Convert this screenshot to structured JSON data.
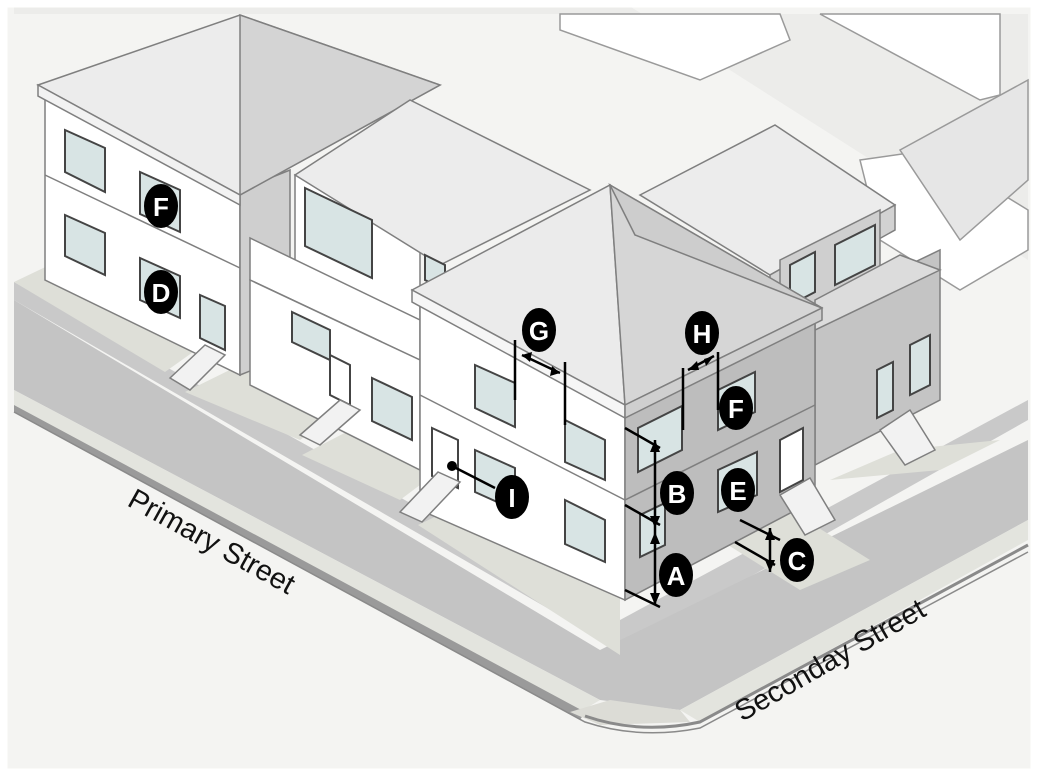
{
  "streets": {
    "primary": "Primary Street",
    "secondary": "Seconday Street"
  },
  "callouts": {
    "A": "A",
    "B": "B",
    "C": "C",
    "D": "D",
    "E": "E",
    "F_left": "F",
    "F_right": "F",
    "G": "G",
    "H": "H",
    "I": "I"
  },
  "colors": {
    "background": "#f5f5f3",
    "sidewalk": "#e1e2dc",
    "road_edge": "#b9b9b9",
    "wall_light": "#ffffff",
    "wall_shade": "#bdbdbd",
    "roof": "#d2d2d2",
    "window_glass": "#d8e4e4",
    "callout_fill": "#000000"
  }
}
